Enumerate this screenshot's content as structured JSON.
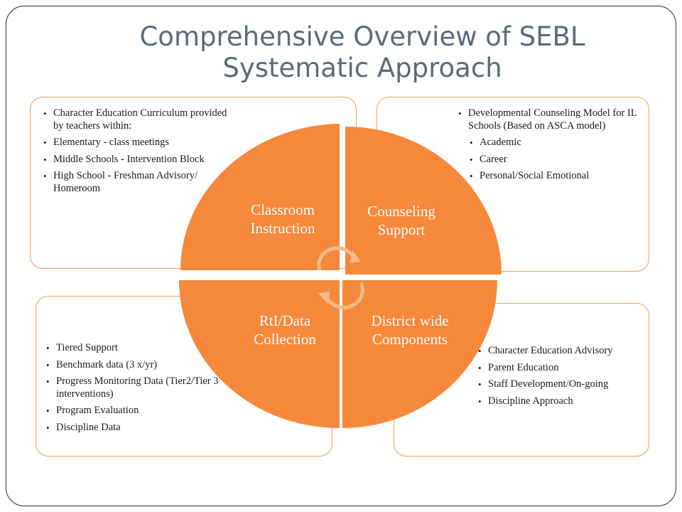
{
  "slide": {
    "title_line1": "Comprehensive Overview of SEBL",
    "title_line2": "Systematic Approach"
  },
  "colors": {
    "quadrant_fill": "#f5883a",
    "box_border": "#f2a04e",
    "title": "#5b6a7c",
    "arrows": "#f5b98a"
  },
  "quadrants": {
    "top_left": "Classroom Instruction",
    "top_right": "Counseling Support",
    "bottom_left": "RtI/Data Collection",
    "bottom_right": "District wide Components"
  },
  "boxes": {
    "top_left": {
      "items": [
        "Character Education Curriculum provided by teachers within:",
        "Elementary - class meetings",
        "Middle Schools - Intervention Block",
        "High School - Freshman Advisory/ Homeroom"
      ]
    },
    "top_right": {
      "items": [
        "Developmental Counseling Model for IL Schools (Based on ASCA model)",
        "Academic",
        "Career",
        "Personal/Social Emotional"
      ]
    },
    "bottom_left": {
      "items": [
        "Tiered Support",
        "Benchmark data (3 x/yr)",
        "Progress Monitoring Data (Tier2/Tier 3 interventions)",
        "Program Evaluation",
        "Discipline Data"
      ]
    },
    "bottom_right": {
      "items": [
        "Character Education Advisory",
        "Parent Education",
        "Staff Development/On-going",
        "Discipline Approach"
      ]
    }
  },
  "center_icon": "cycle-arrows-icon"
}
